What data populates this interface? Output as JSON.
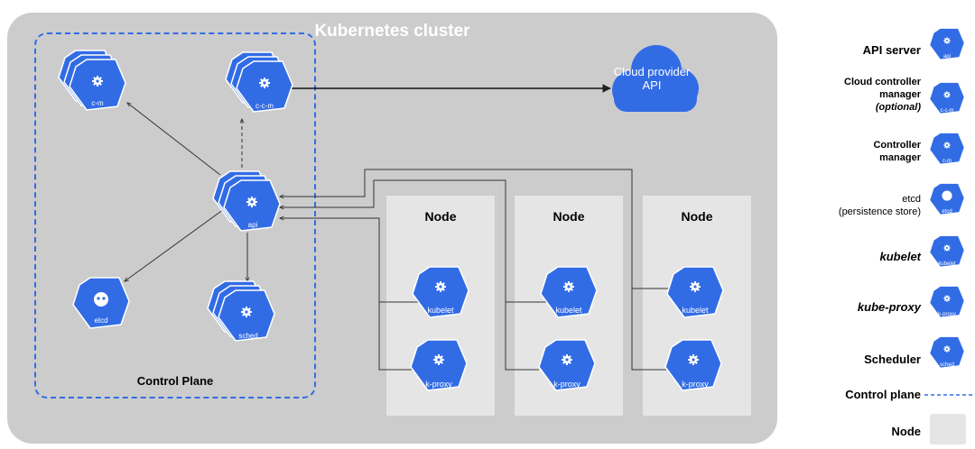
{
  "title": "Kubernetes cluster",
  "control_plane_label": "Control Plane",
  "cloud": {
    "text": "Cloud provider API"
  },
  "nodes": [
    {
      "label": "Node",
      "kubelet": "kubelet",
      "kproxy": "k-proxy"
    },
    {
      "label": "Node",
      "kubelet": "kubelet",
      "kproxy": "k-proxy"
    },
    {
      "label": "Node",
      "kubelet": "kubelet",
      "kproxy": "k-proxy"
    }
  ],
  "components": {
    "cm": "c-m",
    "ccm": "c-c-m",
    "api": "api",
    "etcd": "etcd",
    "sched": "sched"
  },
  "legend": {
    "api_server": "API server",
    "ccm_line1": "Cloud controller",
    "ccm_line2": "manager",
    "ccm_line3": "(optional)",
    "cm_line1": "Controller",
    "cm_line2": "manager",
    "etcd_line1": "etcd",
    "etcd_line2": "(persistence store)",
    "kubelet": "kubelet",
    "kube_proxy": "kube-proxy",
    "scheduler": "Scheduler",
    "control_plane": "Control plane",
    "node": "Node",
    "icon_api": "api",
    "icon_ccm": "c-c-m",
    "icon_cm": "c-m",
    "icon_etcd": "etcd",
    "icon_kubelet": "kubelet",
    "icon_kproxy": "k-proxy",
    "icon_sched": "sched"
  },
  "colors": {
    "k8s_blue": "#326ce5",
    "cluster_bg": "#cccccc",
    "node_bg": "#e5e5e5",
    "control_plane_border": "#326ce5"
  }
}
